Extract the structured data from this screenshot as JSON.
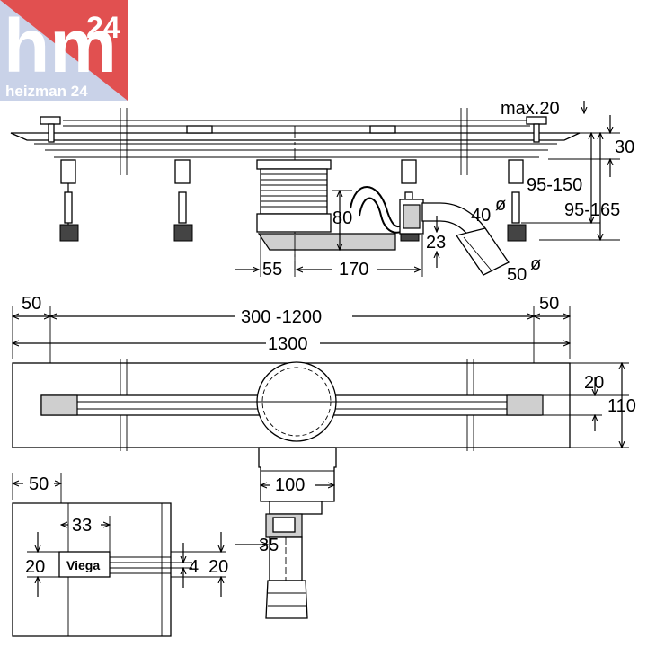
{
  "brand": {
    "logo_text": "hm",
    "logo_number": "24",
    "name": "heizman 24",
    "color_red": "#e53935",
    "color_blue": "#a9b6d8"
  },
  "side_view": {
    "max_label": "max.20",
    "dim_30": "30",
    "dim_95_150": "95-150",
    "dim_95_165": "95-165",
    "dim_80": "80",
    "dim_23": "23",
    "dim_40": "40",
    "dim_50": "50",
    "diameter_symbol": "ø",
    "dim_55": "55",
    "dim_170": "170"
  },
  "top_view": {
    "dim_50_left": "50",
    "dim_50_right": "50",
    "dim_range": "300 -1200",
    "dim_total": "1300",
    "dim_20": "20",
    "dim_110": "110",
    "dim_100": "100",
    "dim_35": "35"
  },
  "detail_view": {
    "dim_50": "50",
    "dim_33": "33",
    "dim_20_left": "20",
    "brand_plate": "Viega",
    "dim_4": "4",
    "dim_20_right": "20"
  }
}
